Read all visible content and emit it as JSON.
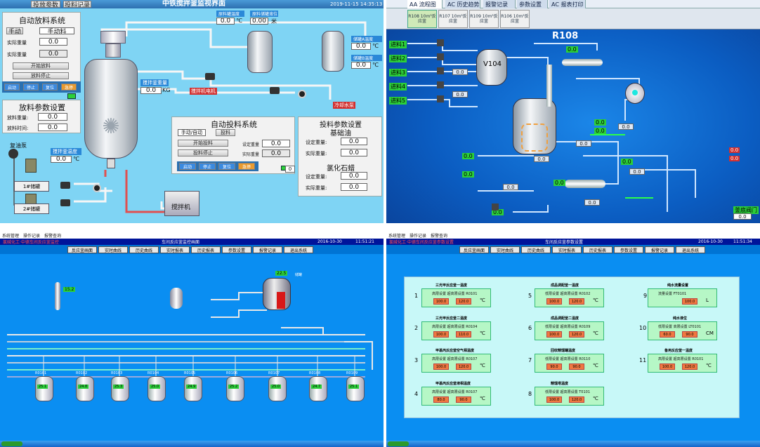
{
  "q1": {
    "top_buttons": [
      "投放参数",
      "投料记录"
    ],
    "title": "中铁搅拌釜监视界面",
    "datetime": "2019-11-15 14:35:13",
    "auto_discharge": {
      "title": "自动放料系统",
      "mode_btn": "手动",
      "mode_value": "手动料",
      "actual_weight_label": "实际重量",
      "actual_weight": "0.0",
      "actual_count_label": "实际重量",
      "actual_count": "0.0",
      "btn_start": "开始放料",
      "btn_stop": "放料停止",
      "small_btns": [
        "启动",
        "停止",
        "复位",
        "急停"
      ]
    },
    "discharge_params": {
      "title": "放料参数设置",
      "rows": [
        {
          "label": "放料重量:",
          "value": "0.0"
        },
        {
          "label": "放料时间:",
          "value": "0.0"
        }
      ]
    },
    "kettle_weight": {
      "label": "搅拌釜重量",
      "value": "0.0",
      "unit": "KG"
    },
    "kettle_temp": {
      "label": "搅拌釜温度",
      "value": "0.0",
      "unit": "℃"
    },
    "tank_temp1": {
      "label": "原料罐温度",
      "value": "0.0",
      "unit": "℃"
    },
    "tank_temp2": {
      "label": "原料储罐液位",
      "value": "0.00",
      "unit": "米"
    },
    "right_temp1": {
      "label": "储罐A温度",
      "value": "0.0",
      "unit": "℃"
    },
    "right_temp2": {
      "label": "储罐B温度",
      "value": "0.0",
      "unit": "℃"
    },
    "pump_label": "复油泵",
    "tank_labels": [
      "1#储罐",
      "2#储罐"
    ],
    "mixer_label": "搅拌机",
    "red_tags": [
      "搅拌机电机",
      "冷却水泵"
    ],
    "auto_feed": {
      "title": "自动投料系统",
      "mode_left": "手动/自动",
      "mode_right": "投料",
      "btn1": "开始投料",
      "btn2": "投料停止",
      "row1_label": "设定重量",
      "row1_value": "0.0",
      "row2_label": "实际重量",
      "row2_value": "0.0",
      "small_btns": [
        "启动",
        "停止",
        "复位",
        "急停"
      ],
      "count_value": "0"
    },
    "feed_params": {
      "title": "投料参数设置",
      "base_oil": "基础油",
      "rows1": [
        {
          "label": "设定重量:",
          "value": "0.0"
        },
        {
          "label": "实际重量:",
          "value": "0.0"
        }
      ],
      "paraffin": "氯化石蜡",
      "rows2": [
        {
          "label": "设定重量:",
          "value": "0.0"
        },
        {
          "label": "实际重量:",
          "value": "0.0"
        }
      ]
    }
  },
  "q2": {
    "tabs": [
      "AA 流程图",
      "AC 历史趋势",
      "报警记录",
      "参数设置",
      "AC 报表打印"
    ],
    "reactors": [
      "R108 10m³反应釜",
      "R107 10m³反应釜",
      "R109 10m³反应釜",
      "R106 10m³反应釜"
    ],
    "title": "R108",
    "vessel_label": "V104",
    "green_tags": [
      "0.0",
      "0.0",
      "0.0",
      "0.0",
      "0.0",
      "0.0",
      "0.0",
      "0.0"
    ],
    "left_tags": [
      "进料1",
      "进料2",
      "进料3",
      "进料4",
      "进料5"
    ],
    "readouts": [
      "0.0",
      "0.0",
      "0.0",
      "0.0",
      "0.0",
      "0.0",
      "0.0",
      "0.0"
    ],
    "bottom_tag": "0.0",
    "bottom_label": "釜底阀门"
  },
  "q3": {
    "sys_items": [
      "系统管理",
      "操作记录",
      "报警查询"
    ],
    "title": "车间反应釜监控画面",
    "left_title": "氯碱化工·中德车间反应釜监控",
    "date": "2016-10-30",
    "time": "11:51:21",
    "nav": [
      "反应釜画面",
      "实时曲线",
      "历史曲线",
      "实时报表",
      "历史报表",
      "参数设置",
      "报警记录",
      "退出系统"
    ],
    "top_value": "15.2",
    "tank_value": "22.5",
    "tank_label": "储罐",
    "reactors": [
      "R0101",
      "R0102",
      "R0103",
      "R0104",
      "R0105",
      "R0106",
      "R0107",
      "R0108",
      "R0109"
    ],
    "reactor_values": [
      "25.1",
      "24.8",
      "25.3",
      "25.0",
      "24.9",
      "25.2",
      "25.0",
      "24.7",
      "25.1"
    ]
  },
  "q4": {
    "sys_items": [
      "系统管理",
      "操作记录",
      "报警查询"
    ],
    "title": "车间反应釜参数设置",
    "left_title": "氯碱化工·中德车间反应釜参数设置",
    "date": "2016-10-30",
    "time": "11:51:34",
    "nav": [
      "反应釜画面",
      "实时曲线",
      "历史曲线",
      "实时报表",
      "历史报表",
      "参数设置",
      "报警记录",
      "退出系统"
    ],
    "params": [
      {
        "n": "1",
        "title": "三光甲反应釜一温度",
        "a": "高限设置",
        "b": "超高限设置",
        "c": "R0101",
        "v1": "100.0",
        "v2": "120.0",
        "u": "℃"
      },
      {
        "n": "2",
        "title": "三光甲反应釜二温度",
        "a": "高限设置",
        "b": "超高限设置",
        "c": "R0104",
        "v1": "100.0",
        "v2": "110.0",
        "u": "℃"
      },
      {
        "n": "3",
        "title": "甲基丙反应釜空气相温度",
        "a": "高限设置",
        "b": "超高限设置",
        "c": "R0107",
        "v1": "100.0",
        "v2": "120.0",
        "u": "℃"
      },
      {
        "n": "4",
        "title": "甲基丙反应釜液相温度",
        "a": "高限设置",
        "b": "超高限设置",
        "c": "R0107",
        "v1": "80.0",
        "v2": "90.0",
        "u": "℃"
      },
      {
        "n": "5",
        "title": "成品调配釜一温度",
        "a": "低限设置",
        "b": "超高限设置",
        "c": "R0102",
        "v1": "100.0",
        "v2": "120.0",
        "u": "℃"
      },
      {
        "n": "6",
        "title": "成品调配釜二温度",
        "a": "低限设置",
        "b": "超高限设置",
        "c": "R0109",
        "v1": "100.0",
        "v2": "120.0",
        "u": "℃"
      },
      {
        "n": "7",
        "title": "回收精馏罐温度",
        "a": "低限设置",
        "b": "超高限设置",
        "c": "R0110",
        "v1": "90.0",
        "v2": "90.0",
        "u": "℃"
      },
      {
        "n": "8",
        "title": "精馏塔温度",
        "a": "低限设置",
        "b": "超高限设置",
        "c": "T0101",
        "v1": "100.0",
        "v2": "120.0",
        "u": "℃"
      },
      {
        "n": "9",
        "title": "纯水流量设置",
        "a": "",
        "b": "流量设置",
        "c": "FT0101",
        "v1": "",
        "v2": "100.0",
        "u": "L"
      },
      {
        "n": "10",
        "title": "纯水液位",
        "a": "低限设置",
        "b": "高限设置",
        "c": "LT0101",
        "v1": "60.0",
        "v2": "90.0",
        "u": "CM"
      },
      {
        "n": "11",
        "title": "备用反应釜一温度",
        "a": "高限设置",
        "b": "超高限设置",
        "c": "R0101",
        "v1": "100.0",
        "v2": "120.0",
        "u": "℃"
      }
    ]
  }
}
